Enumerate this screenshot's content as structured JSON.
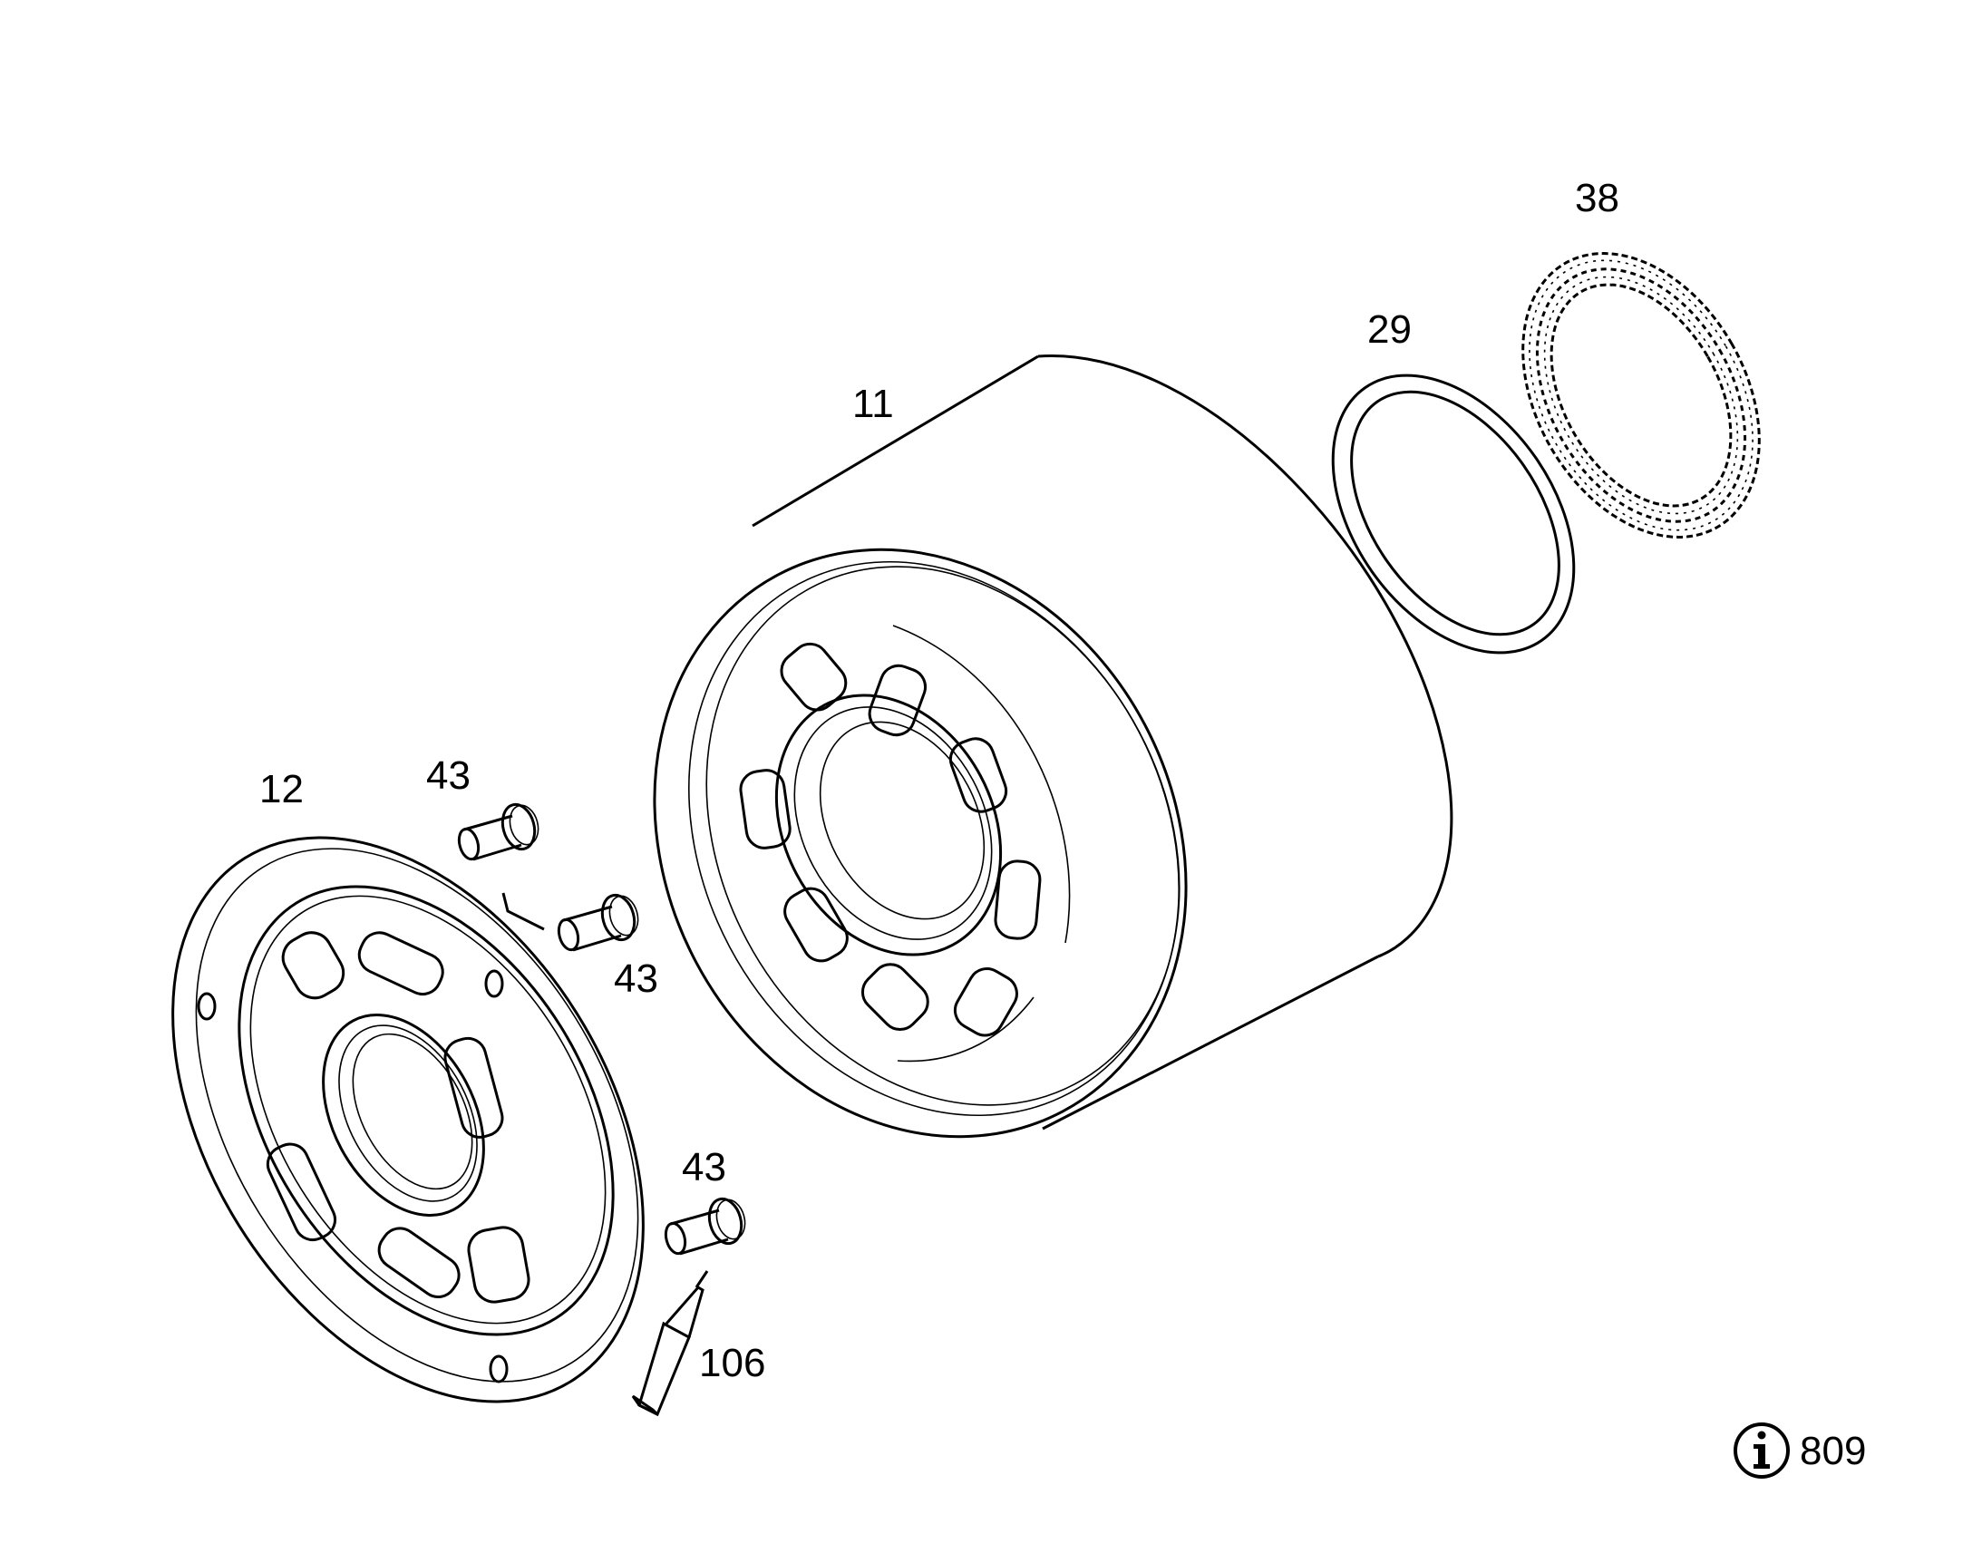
{
  "parts": {
    "cylinder_block": "11",
    "valve_plate": "12",
    "ring": "29",
    "spring_ring": "38",
    "pin_a": "43",
    "pin_b": "43",
    "pin_c": "43",
    "sealant": "106"
  },
  "info": {
    "icon": "info-circle-icon",
    "number": "809"
  }
}
